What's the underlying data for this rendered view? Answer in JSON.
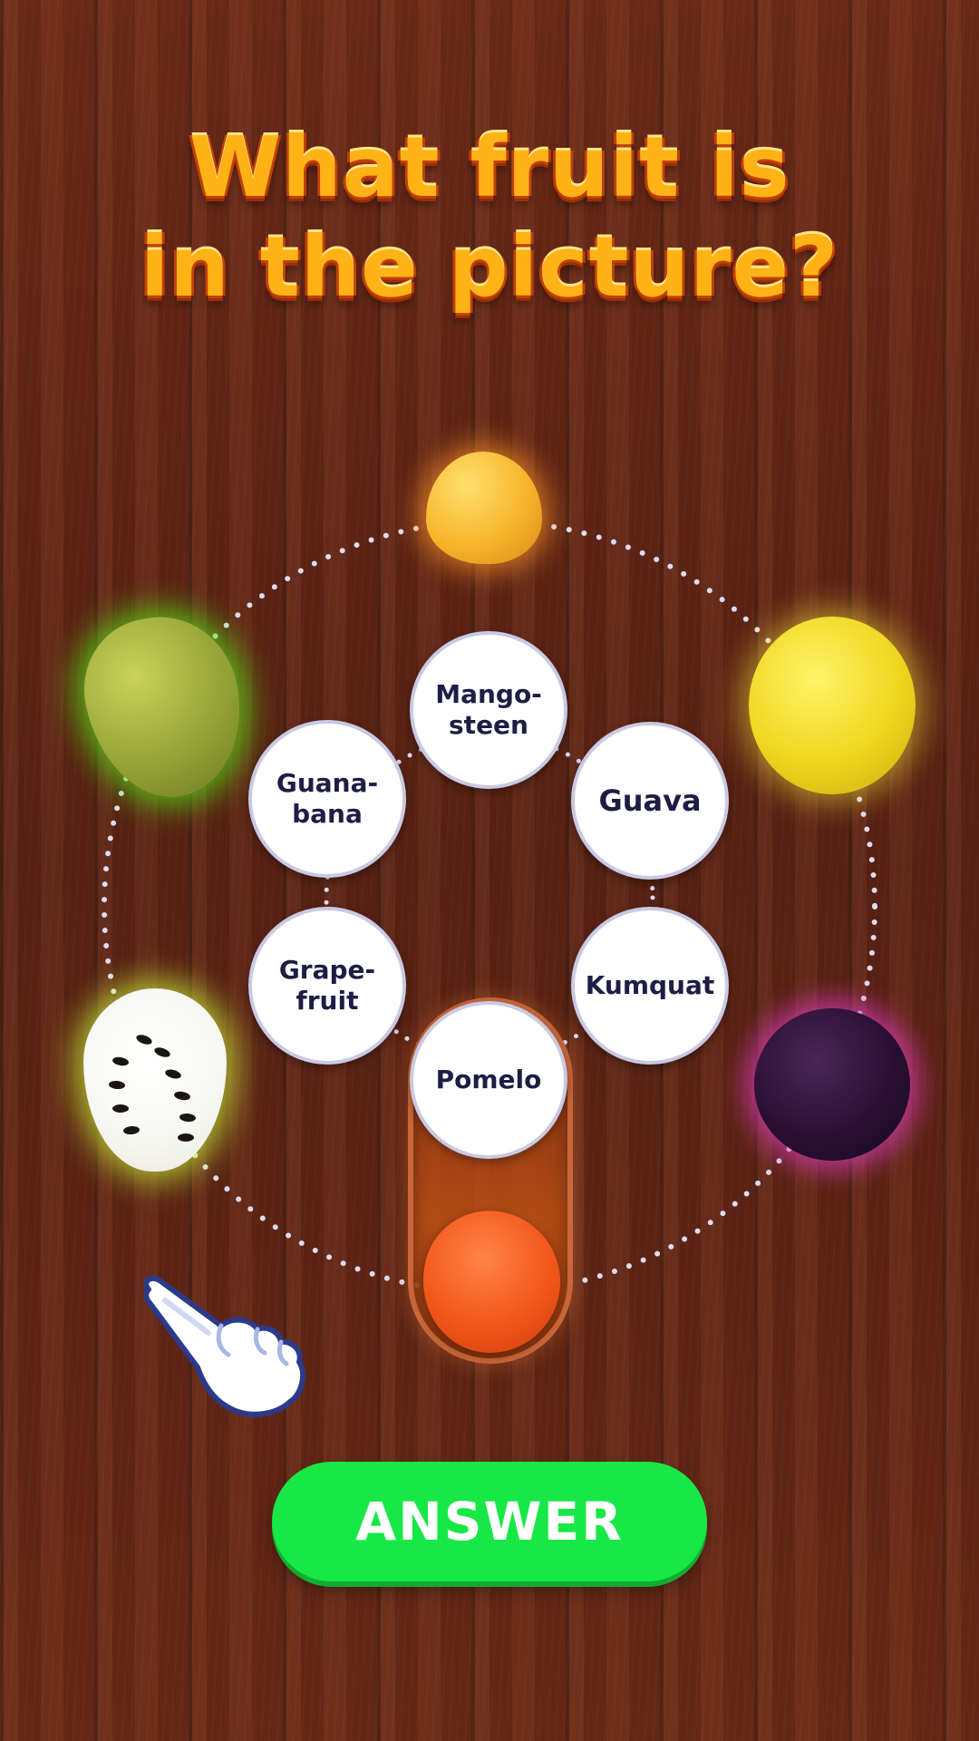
{
  "question": {
    "line1": "What fruit is",
    "line2": "in the picture?"
  },
  "options": [
    {
      "id": "mangosteen",
      "line1": "Mango-",
      "line2": "steen"
    },
    {
      "id": "guava",
      "line1": "Guava",
      "line2": ""
    },
    {
      "id": "kumquat",
      "line1": "Kumquat",
      "line2": ""
    },
    {
      "id": "pomelo",
      "line1": "Pomelo",
      "line2": ""
    },
    {
      "id": "grapefruit",
      "line1": "Grape-",
      "line2": "fruit"
    },
    {
      "id": "guanabana",
      "line1": "Guana-",
      "line2": "bana"
    }
  ],
  "answer_button": {
    "label": "ANSWER"
  },
  "icons": {
    "pointer": "pointing-hand-icon"
  },
  "colors": {
    "title": "#ffb316",
    "title_outline": "#c2400a",
    "option_text": "#1d1d45",
    "answer_button": "#18e846",
    "wood": "#5a2213"
  }
}
